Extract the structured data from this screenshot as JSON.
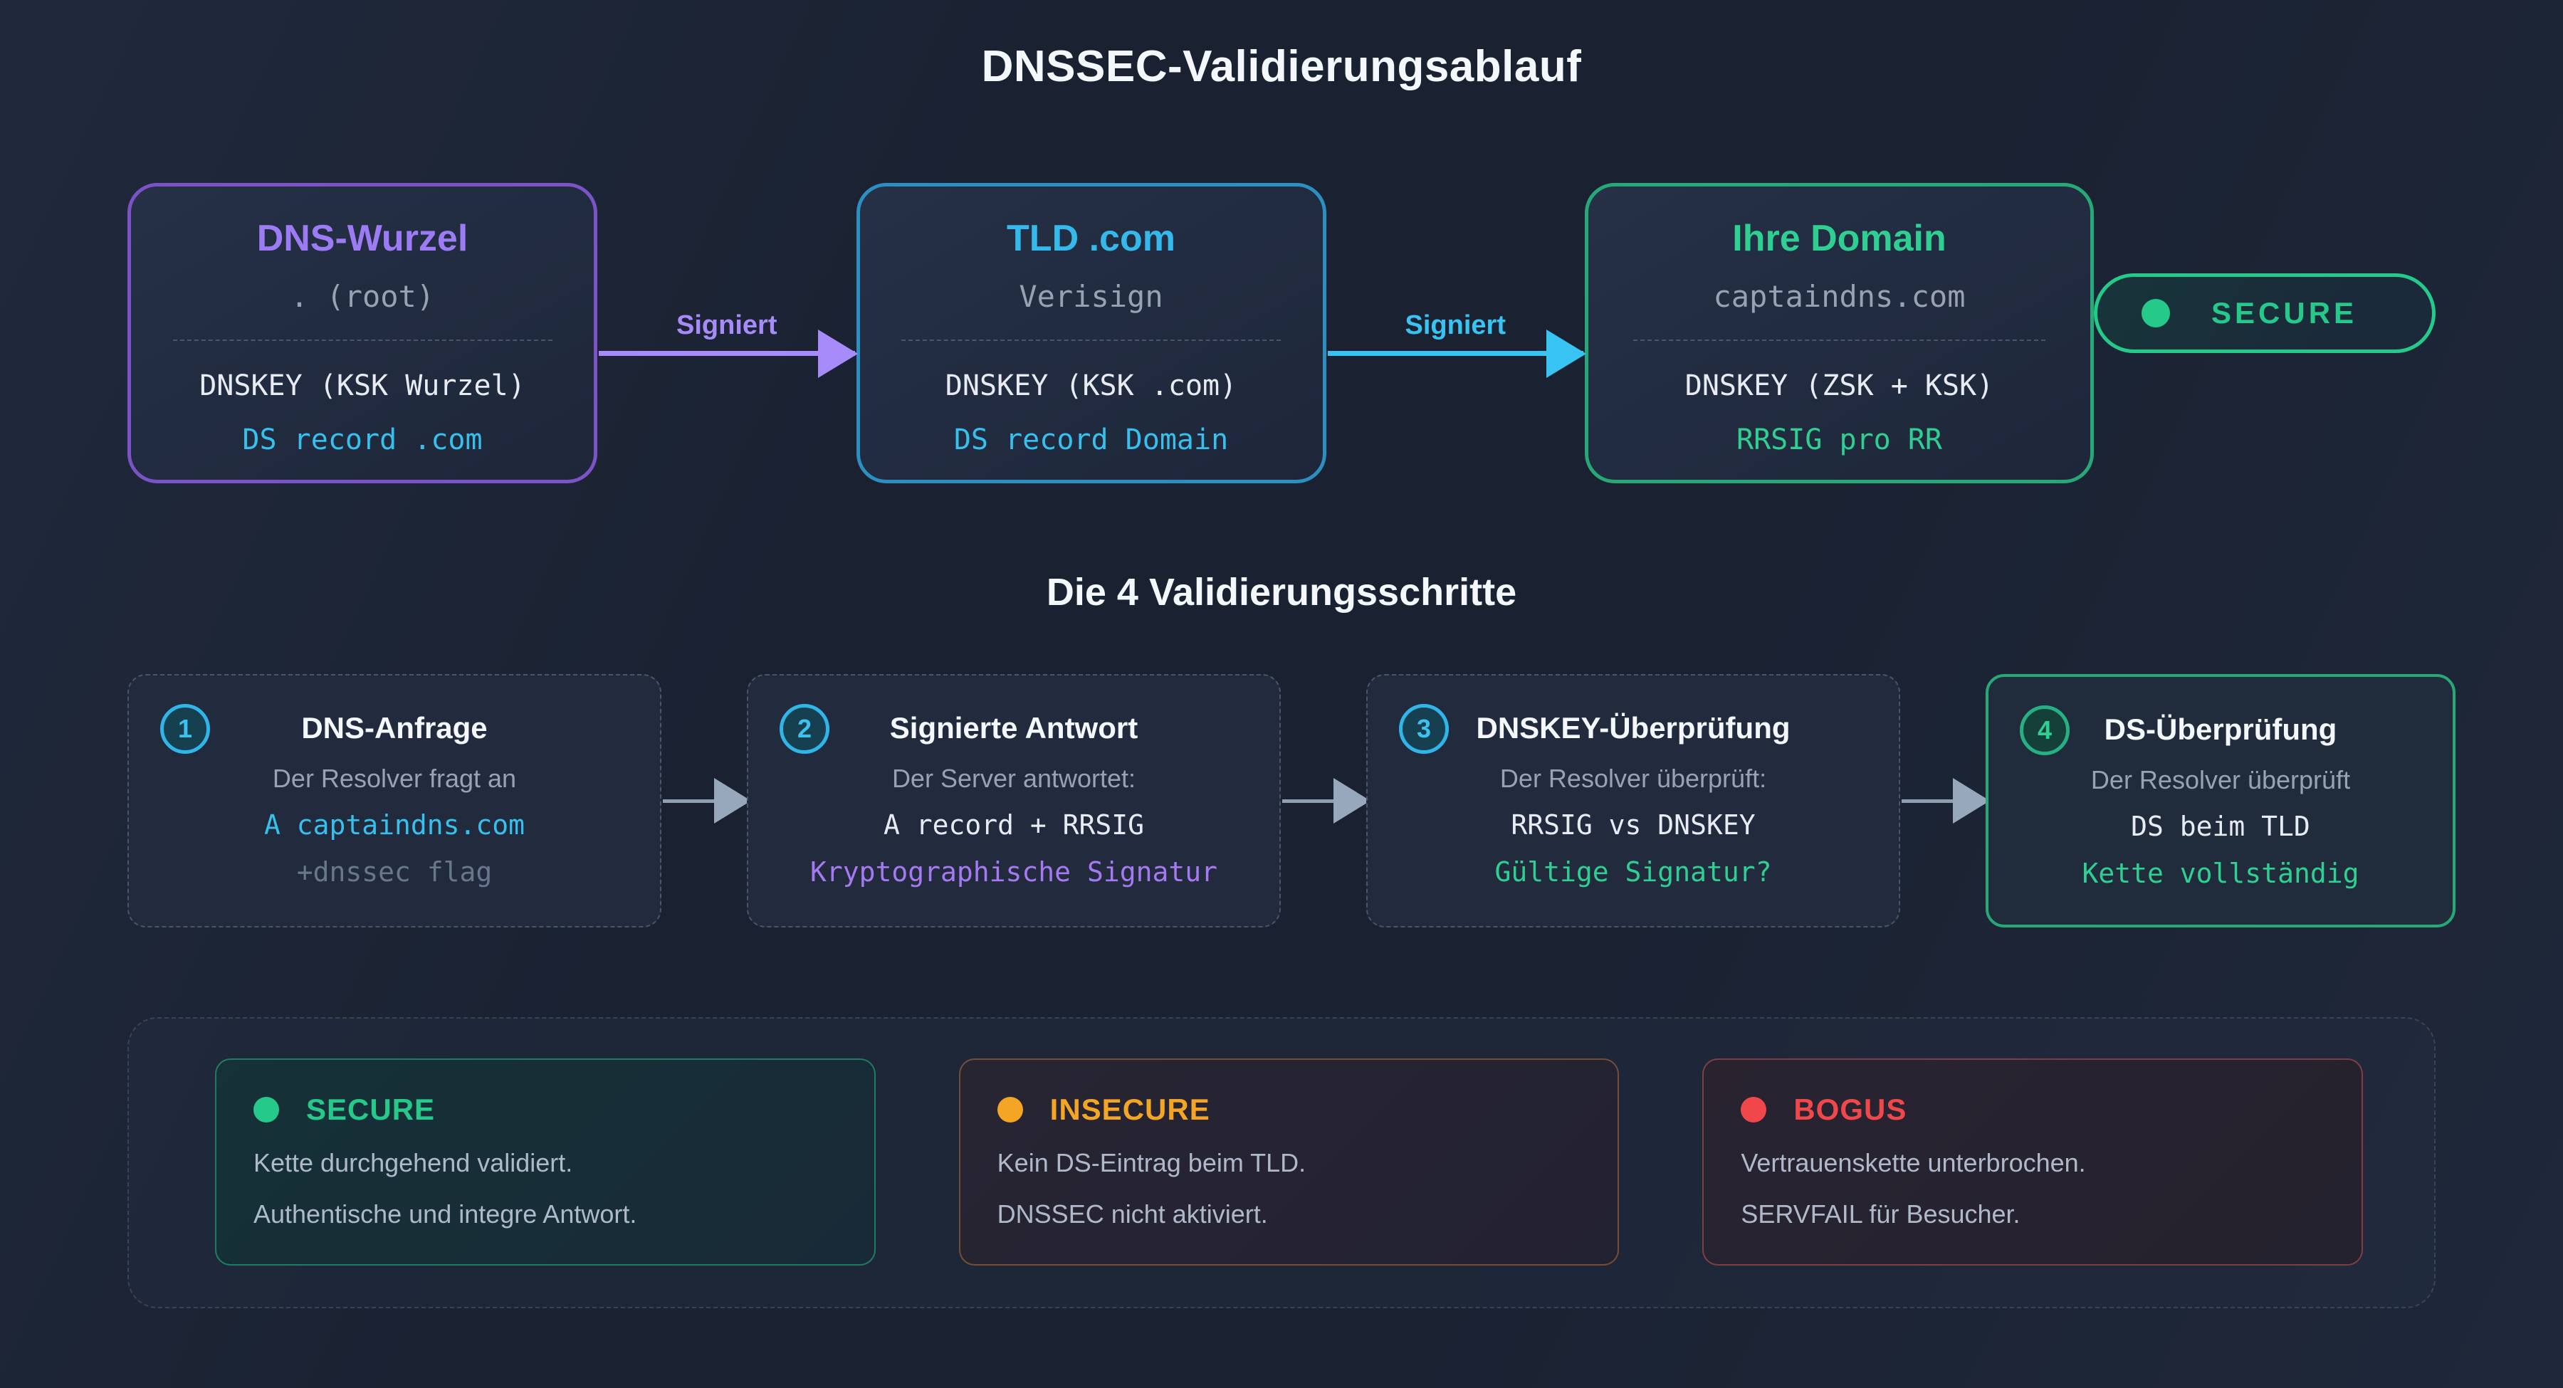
{
  "page_title": "DNSSEC-Validierungsablauf",
  "chain": {
    "nodes": [
      {
        "title": "DNS-Wurzel",
        "subtitle": ". (root)",
        "line1": "DNSKEY (KSK Wurzel)",
        "line2": "DS record .com"
      },
      {
        "title": "TLD .com",
        "subtitle": "Verisign",
        "line1": "DNSKEY (KSK .com)",
        "line2": "DS record Domain"
      },
      {
        "title": "Ihre Domain",
        "subtitle": "captaindns.com",
        "line1": "DNSKEY (ZSK + KSK)",
        "line2": "RRSIG pro RR"
      }
    ],
    "arrow1_label": "Signiert",
    "arrow2_label": "Signiert",
    "badge_label": "SECURE"
  },
  "steps": {
    "heading": "Die 4 Validierungsschritte",
    "items": [
      {
        "number": "1",
        "title": "DNS-Anfrage",
        "line1": "Der Resolver fragt an",
        "line2": "A captaindns.com",
        "line3": "+dnssec flag"
      },
      {
        "number": "2",
        "title": "Signierte Antwort",
        "line1": "Der Server antwortet:",
        "line2": "A record + RRSIG",
        "line3": "Kryptographische Signatur"
      },
      {
        "number": "3",
        "title": "DNSKEY-Überprüfung",
        "line1": "Der Resolver überprüft:",
        "line2": "RRSIG vs DNSKEY",
        "line3": "Gültige Signatur?"
      },
      {
        "number": "4",
        "title": "DS-Überprüfung",
        "line1": "Der Resolver überprüft",
        "line2": "DS beim TLD",
        "line3": "Kette vollständig"
      }
    ]
  },
  "statuses": {
    "items": [
      {
        "label": "SECURE",
        "line1": "Kette durchgehend validiert.",
        "line2": "Authentische und integre Antwort."
      },
      {
        "label": "INSECURE",
        "line1": "Kein DS-Eintrag beim TLD.",
        "line2": "DNSSEC nicht aktiviert."
      },
      {
        "label": "BOGUS",
        "line1": "Vertrauenskette unterbrochen.",
        "line2": "SERVFAIL für Besucher."
      }
    ]
  },
  "colors": {
    "background": "#1a2232",
    "purple_accent": "#9d7bf5",
    "cyan_accent": "#35c0ee",
    "green_accent": "#2fcf92",
    "secure_green": "#25c98a",
    "insecure_orange": "#f5a524",
    "bogus_red": "#f0484a"
  }
}
